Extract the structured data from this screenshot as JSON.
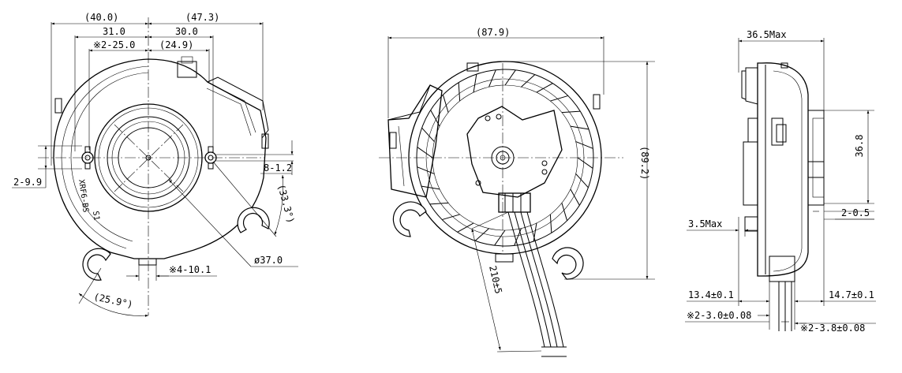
{
  "drawing": {
    "front_view": {
      "dims": {
        "w_left_40": "(40.0)",
        "w_right_47": "(47.3)",
        "w_31": "31.0",
        "w_30": "30.0",
        "w_25": "※2-25.0",
        "w_24_9": "(24.9)",
        "hole_8_1_2": "8-1.2",
        "hole_2_9_9": "2-9.9",
        "angle_33": "(33.3°)",
        "dia_37": "ø37.0",
        "tab_4_10_1": "※4-10.1",
        "angle_25_9": "(25.9°)"
      },
      "marking": "XRF6-BS",
      "marking_2": "S1"
    },
    "rear_view": {
      "dims": {
        "width_87_9": "(87.9)",
        "height_89_2": "(89.2)",
        "cable_210": "210±5"
      }
    },
    "side_view": {
      "dims": {
        "depth_36_5": "36.5Max",
        "dim_36_8": "36.8",
        "dim_3_5": "3.5Max",
        "dim_2_0_5": "2-0.5",
        "dim_13_4": "13.4±0.1",
        "dim_14_7": "14.7±0.1",
        "dim_3_0": "※2-3.0±0.08",
        "dim_3_8": "※2-3.8±0.08"
      }
    }
  }
}
